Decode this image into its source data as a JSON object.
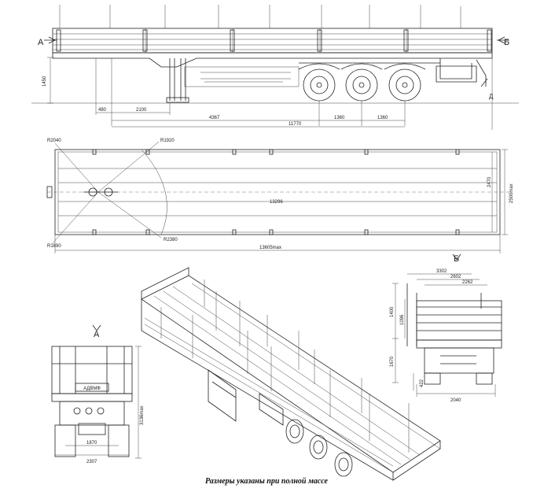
{
  "caption": "Размеры указаны при полной массе",
  "section_labels": {
    "a_left": "А",
    "b_right": "Б",
    "a_view": "А",
    "b_view": "Б",
    "b_side": "Б",
    "d_small": "Д"
  },
  "side_view": {
    "dims": {
      "height": "1450",
      "d480": "480",
      "d2100": "2100",
      "d4367": "4367",
      "d1360a": "1360",
      "d1360b": "1360",
      "d11770": "11770"
    }
  },
  "top_view": {
    "radii": {
      "r2040": "R2040",
      "r1920": "R1920",
      "r2380": "R2380",
      "r1690": "R1690"
    },
    "dims": {
      "length_inner": "13296",
      "length_max": "13605max",
      "width_inner": "2470",
      "width_max": "2500max"
    }
  },
  "rear_view": {
    "dims": {
      "height_max": "3136max",
      "track": "1870",
      "width": "2307"
    },
    "plate": "АДВМФ"
  },
  "front_view": {
    "dims": {
      "d3302": "3302",
      "d2602": "2602",
      "d2262": "2262",
      "d1400": "1400",
      "d1096": "1096",
      "d1670": "1670",
      "d422": "422",
      "d2040": "2040"
    }
  }
}
